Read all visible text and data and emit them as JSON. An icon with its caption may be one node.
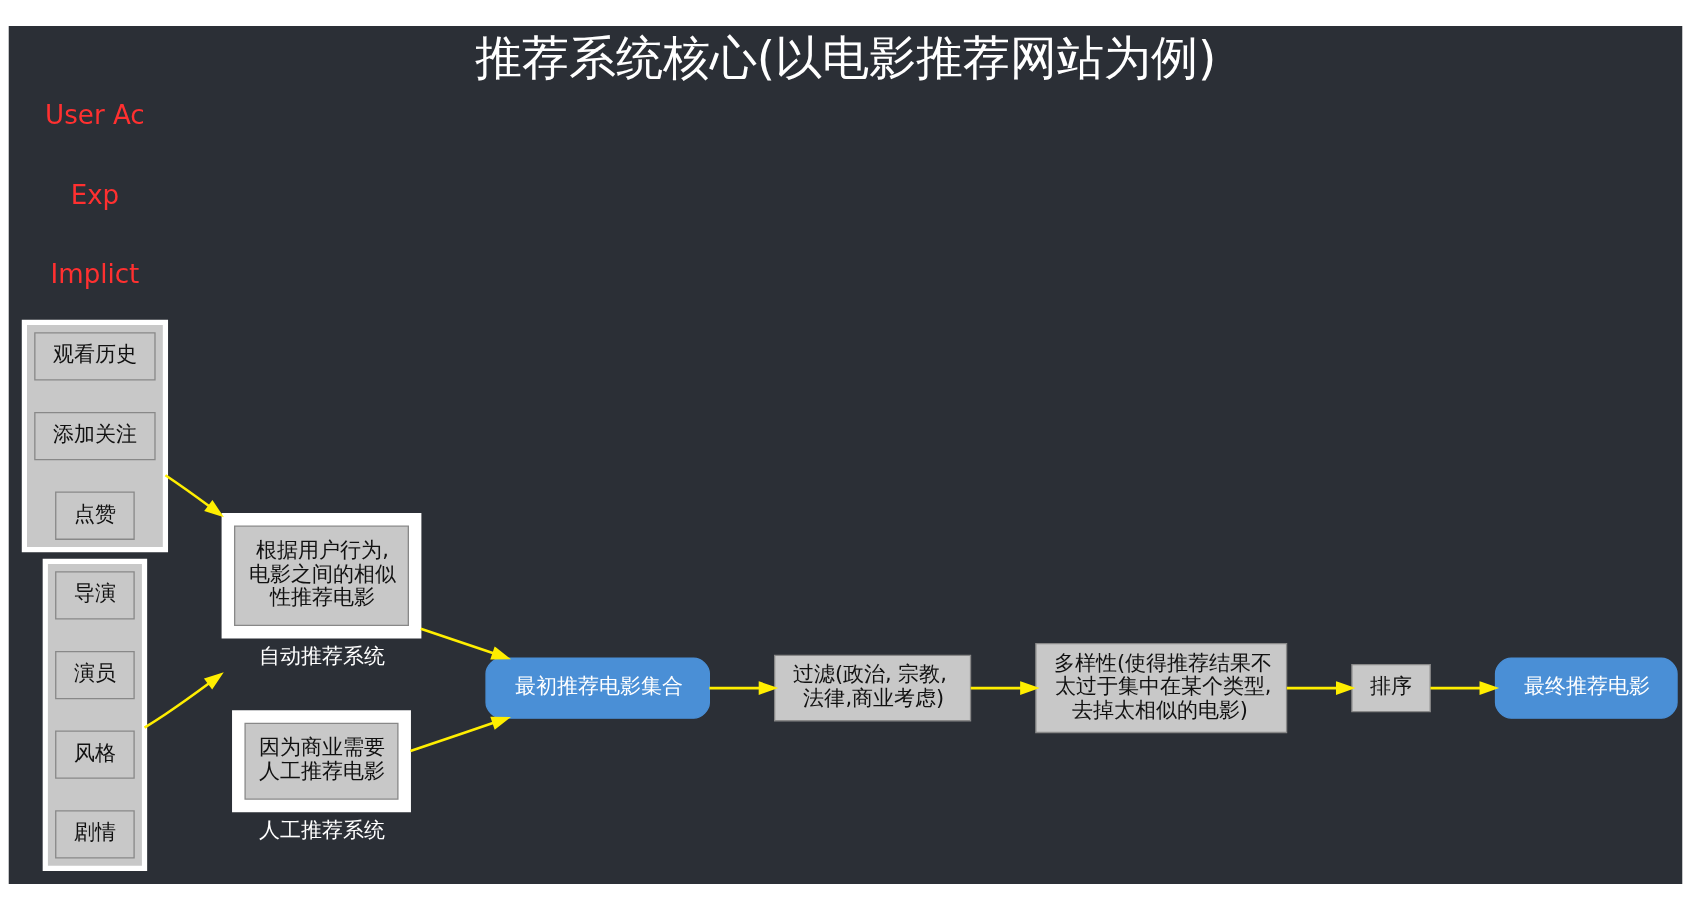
{
  "diagram": {
    "title": "推荐系统核心(以电影推荐网站为例)",
    "nodes": [
      {
        "text": [],
        "shape": "box"
      },
      {
        "text": [
          "观看历史"
        ],
        "in": 0
      },
      {
        "text": [
          "添加关注"
        ],
        "in": 0
      },
      {
        "text": [
          "点赞"
        ],
        "in": 0
      },
      {
        "text": [],
        "shape": "box"
      },
      {
        "text": [
          "导演"
        ],
        "in": 4
      },
      {
        "text": [
          "演员"
        ],
        "in": 4
      },
      {
        "text": [
          "风格"
        ],
        "in": 4
      },
      {
        "text": [
          "剧情"
        ],
        "in": 4
      },
      {
        "text": [
          "根据用户行为,电影之间的相似性推荐电影"
        ],
        "beside": [
          "自动推荐系统"
        ]
      },
      {
        "text": [
          "因为商业需要人工推荐电影"
        ],
        "beside": [
          "人工推荐系统"
        ]
      },
      {
        "text": [
          "最初推荐电影集合"
        ]
      },
      {
        "text": [
          "过滤(政治, 宗教, 法律,商业考虑)"
        ]
      },
      {
        "text": [
          "多样性(使得推荐结果不太过于集中在某个类型, 去掉太相似的电影)"
        ]
      },
      {
        "text": [
          "排序"
        ]
      },
      {
        "text": [
          "最终推荐电影"
        ]
      }
    ],
    "edges": [
      {
        "from": 0,
        "to": 9,
        "arrow": "to"
      },
      {
        "from": 4,
        "to": 9,
        "arrow": "to"
      },
      {
        "from": 9,
        "to": 11,
        "arrow": "to"
      },
      {
        "from": 10,
        "to": 11,
        "arrow": "to"
      },
      {
        "from": 11,
        "to": 12,
        "arrow": "to"
      },
      {
        "from": 12,
        "to": 13,
        "arrow": "to"
      },
      {
        "from": 13,
        "to": 14,
        "arrow": "to"
      },
      {
        "from": 14,
        "to": 15,
        "arrow": "to"
      }
    ],
    "labels": [
      "Implict",
      "Exp",
      "User Ac"
    ]
  }
}
